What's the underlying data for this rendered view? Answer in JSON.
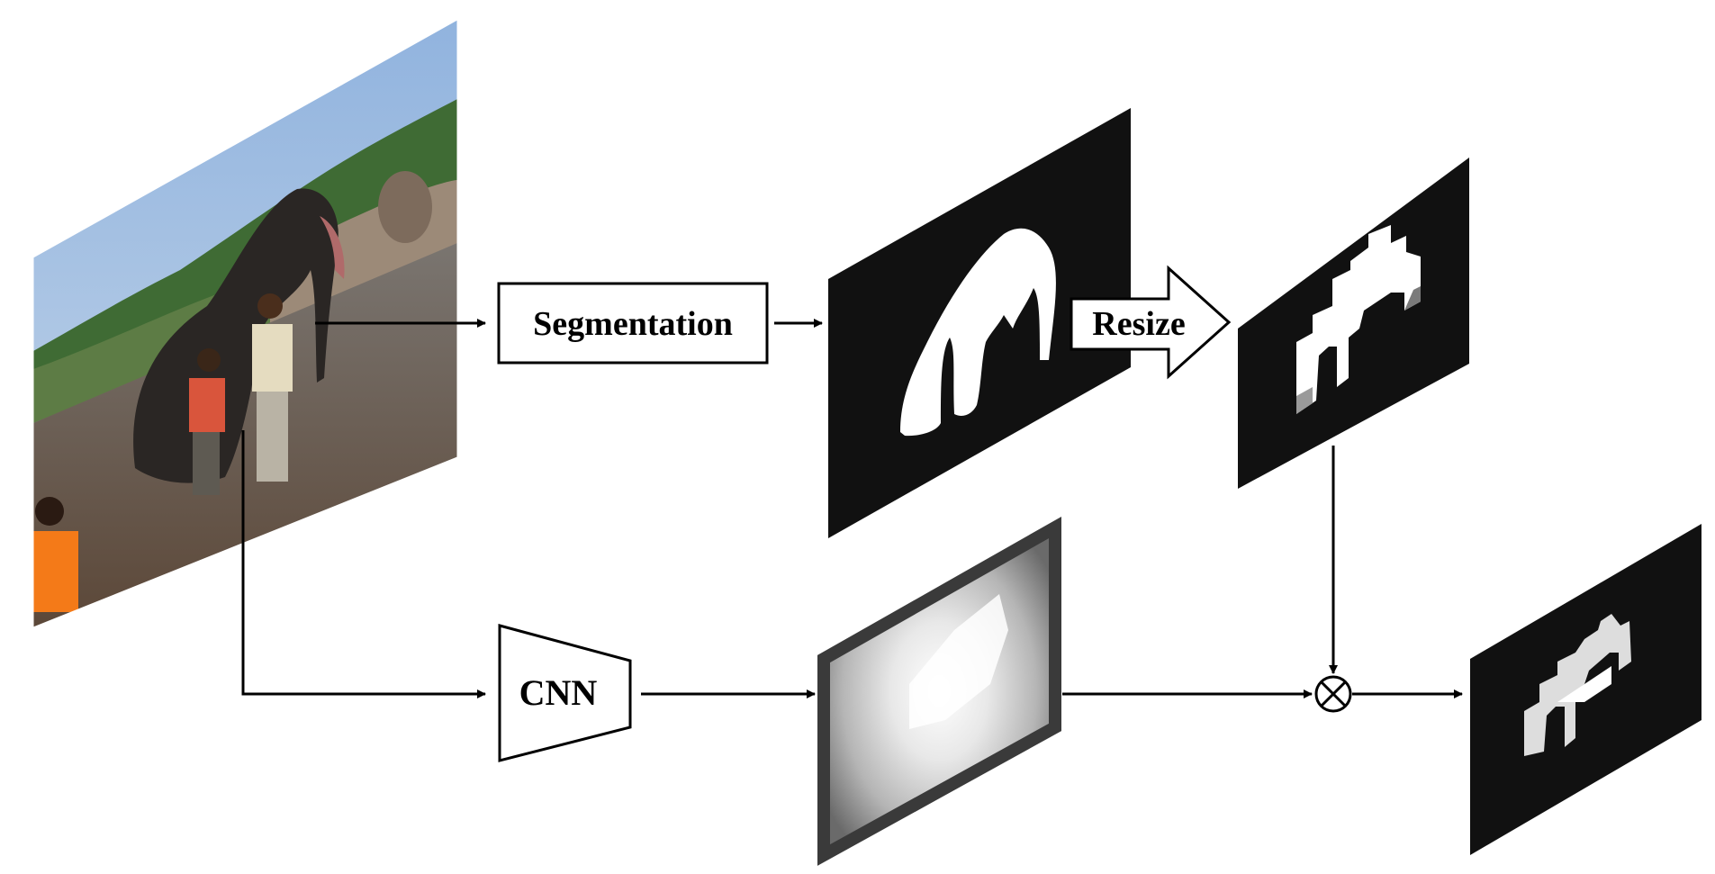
{
  "labels": {
    "segmentation": "Segmentation",
    "resize": "Resize",
    "cnn": "CNN"
  },
  "colors": {
    "ink": "#000000",
    "background": "#ffffff",
    "mask_fill": "#ffffff",
    "panel_fill": "#111111"
  },
  "nodes": [
    {
      "id": "input-photo",
      "kind": "image",
      "content": "photo of an elephant bathing in a river with people standing in the water"
    },
    {
      "id": "segmentation",
      "kind": "process",
      "label_key": "segmentation"
    },
    {
      "id": "segmentation-mask",
      "kind": "image",
      "content": "binary mask, white silhouette on black"
    },
    {
      "id": "resize",
      "kind": "process-arrow",
      "label_key": "resize"
    },
    {
      "id": "resized-mask",
      "kind": "image",
      "content": "low-resolution binary mask"
    },
    {
      "id": "cnn",
      "kind": "process-trapezoid",
      "label_key": "cnn"
    },
    {
      "id": "feature-map",
      "kind": "image",
      "content": "grayscale activation map"
    },
    {
      "id": "multiply",
      "kind": "operator",
      "symbol": "⊗"
    },
    {
      "id": "output-map",
      "kind": "image",
      "content": "masked feature map"
    }
  ],
  "edges": [
    {
      "from": "input-photo",
      "to": "segmentation"
    },
    {
      "from": "segmentation",
      "to": "segmentation-mask"
    },
    {
      "from": "segmentation-mask",
      "to": "resized-mask",
      "via": "resize"
    },
    {
      "from": "input-photo",
      "to": "cnn"
    },
    {
      "from": "cnn",
      "to": "feature-map"
    },
    {
      "from": "feature-map",
      "to": "multiply"
    },
    {
      "from": "resized-mask",
      "to": "multiply"
    },
    {
      "from": "multiply",
      "to": "output-map"
    }
  ]
}
